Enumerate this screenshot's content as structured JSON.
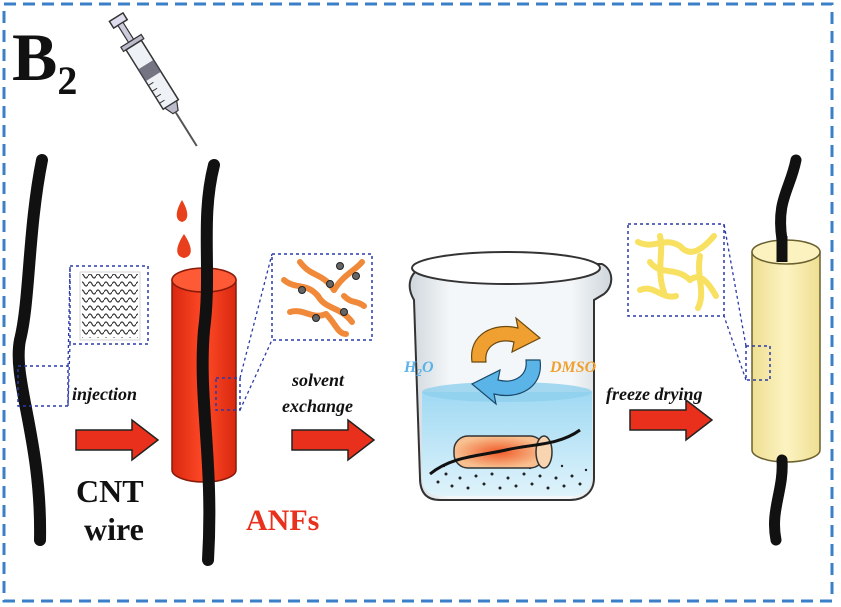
{
  "panel": {
    "letter": "B",
    "subscript": "2"
  },
  "steps": {
    "injection": "injection",
    "solvent_line1": "solvent",
    "solvent_line2": "exchange",
    "freeze": "freeze drying"
  },
  "materials": {
    "cnt_line1": "CNT",
    "cnt_line2": "wire",
    "anfs": "ANFs"
  },
  "solvents": {
    "h2o_h": "H",
    "h2o_sub": "2",
    "h2o_o": "O",
    "dmso": "DMSO"
  },
  "colors": {
    "frame": "#3a7fc8",
    "arrow": "#e8301c",
    "anf_tube": "#f03a1c",
    "anf_fiber": "#f08a3a",
    "h2o": "#5ab4e8",
    "dmso": "#f0a030",
    "aerogel": "#f8eca8",
    "aerogel_fiber": "#f8e060",
    "callout": "#2a3aa8",
    "wire": "#111111",
    "liquid": "#bfe6f6"
  }
}
